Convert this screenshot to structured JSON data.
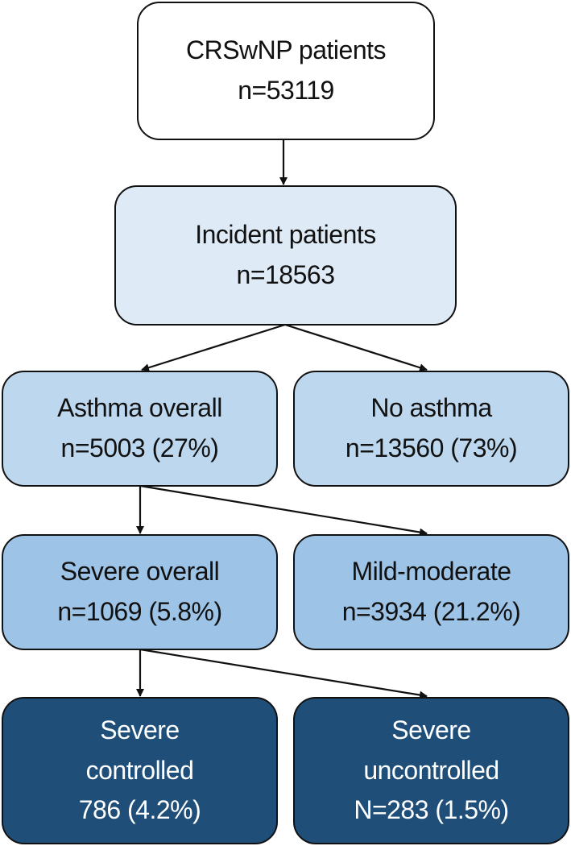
{
  "nodes": {
    "crswnp": {
      "title": "CRSwNP patients",
      "count": "n=53119"
    },
    "incident": {
      "title": "Incident patients",
      "count": "n=18563"
    },
    "asthma": {
      "title": "Asthma overall",
      "count": "n=5003 (27%)"
    },
    "no_asthma": {
      "title": "No asthma",
      "count": "n=13560 (73%)"
    },
    "severe": {
      "title": "Severe overall",
      "count": "n=1069 (5.8%)"
    },
    "mild": {
      "title": "Mild-moderate",
      "count": "n=3934 (21.2%)"
    },
    "severe_controlled": {
      "title1": "Severe",
      "title2": "controlled",
      "count": "786 (4.2%)"
    },
    "severe_uncontrolled": {
      "title1": "Severe",
      "title2": "uncontrolled",
      "count": "N=283 (1.5%)"
    }
  },
  "colors": {
    "level1": "#deebf7",
    "level2": "#bdd7ee",
    "level3": "#9dc3e6",
    "level4": "#1f4e79"
  }
}
